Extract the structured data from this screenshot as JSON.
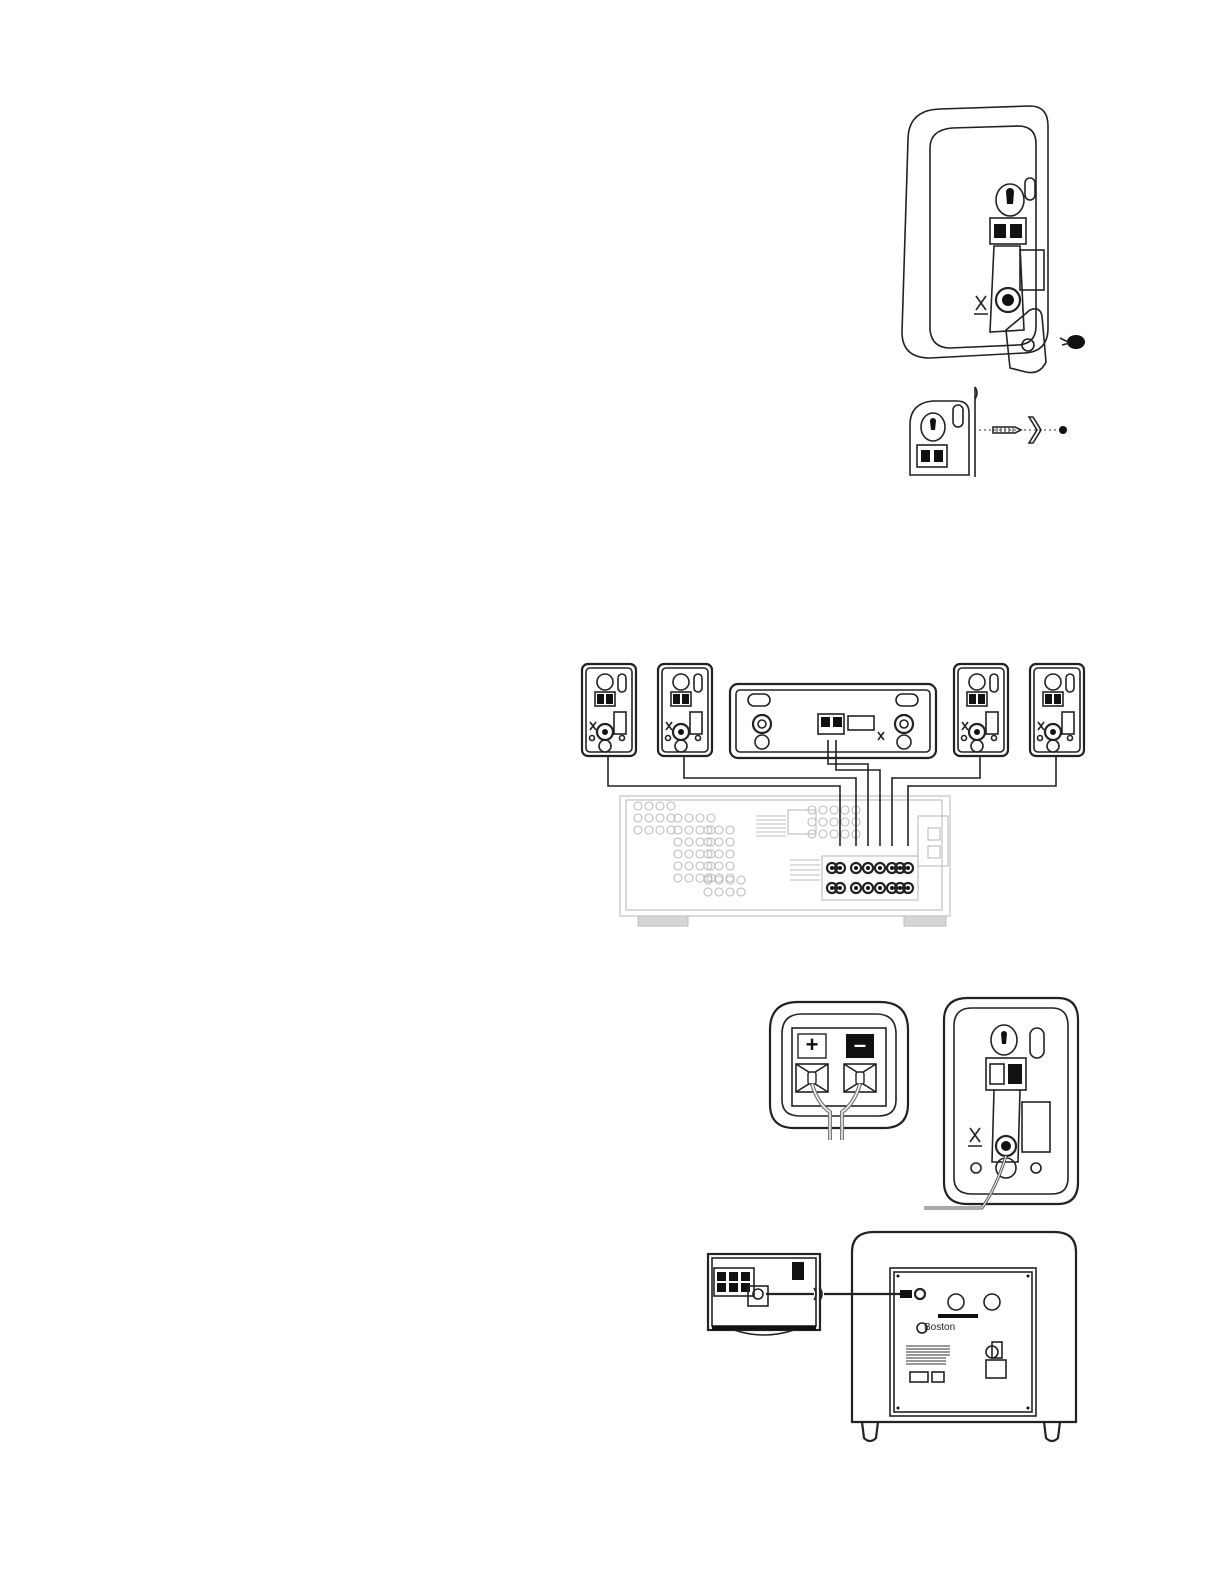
{
  "terminal_closeup": {
    "plus_label": "+",
    "minus_label": "–"
  },
  "subwoofer": {
    "brand_label": "Boston"
  },
  "colors": {
    "line": "#222222",
    "receiver_faint": "#bcbcbc",
    "background": "#ffffff"
  },
  "icons": [
    "bracket-mount-speaker",
    "keyhole-wall-mount",
    "five-speaker-wiring",
    "binding-terminals",
    "subwoofer-connection"
  ]
}
